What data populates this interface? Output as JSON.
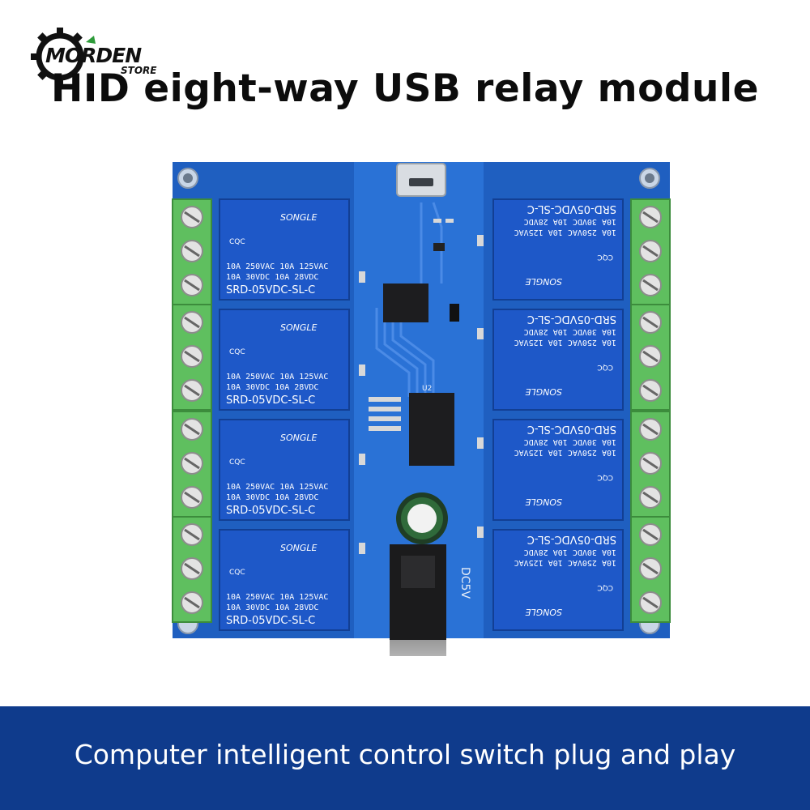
{
  "logo": {
    "name": "MORDEN",
    "sub": "STORE"
  },
  "title": "HID eight-way USB relay module",
  "banner": {
    "caption": "Computer intelligent control switch plug and play"
  },
  "board": {
    "relay_brand": "SONGLE",
    "relay_rating_line1": "10A 250VAC  10A 125VAC",
    "relay_rating_line2": "10A 30VDC  10A 28VDC",
    "relay_model": "SRD-05VDC-SL-C",
    "power_label": "DC5V",
    "chip_label": "U2",
    "cert_mark": "CQC",
    "colors": {
      "pcb": "#1f5fc0",
      "relay": "#1e58c8",
      "terminal": "#5fbf5f",
      "banner": "#0f3b8c"
    }
  }
}
